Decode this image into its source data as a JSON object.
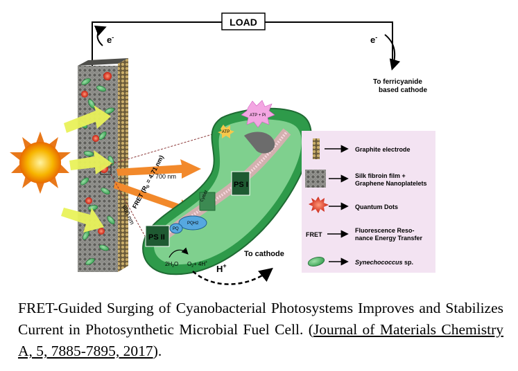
{
  "diagram": {
    "load_label": "LOAD",
    "electron_left": "e",
    "electron_right": "e",
    "electron_sup": "-",
    "ferricyanide_line1": "To ferricyanide",
    "ferricyanide_line2": "based cathode",
    "atp_pi": "ATP + Pi",
    "atp": "ATP",
    "wavelength_700": "700 nm",
    "wavelength_680": "680 nm",
    "fret_label": "FRET (R",
    "fret_sub": "0",
    "fret_value": " = 4.71 nm)",
    "ps1": "PS I",
    "ps2": "PS II",
    "cytb6f": "Cytb6f",
    "pq": "PQ",
    "pqh2": "PQH2",
    "water": "2H",
    "water_sub": "2",
    "water_o": "O",
    "oxygen": "O",
    "oxygen_sub": "2",
    "oxygen_rest": "+ 4H",
    "oxygen_sup": "+",
    "hplus": "H",
    "hplus_sup": "+",
    "to_cathode": "To cathode"
  },
  "legend": {
    "items": [
      {
        "label_line1": "Graphite electrode",
        "label_line2": "",
        "italic": false
      },
      {
        "label_line1": "Silk fibroin film +",
        "label_line2": "Graphene Nanoplatelets",
        "italic": false
      },
      {
        "label_line1": "Quantum Dots",
        "label_line2": "",
        "italic": false
      },
      {
        "label_line1": "Fluorescence Reso-",
        "label_line2": "nance Energy Transfer",
        "italic": false,
        "key_text": "FRET"
      },
      {
        "label_line1": "Synechococcus",
        "label_line2": "",
        "italic": true,
        "suffix": " sp."
      }
    ],
    "bg_color": "#f3e3f2"
  },
  "caption": {
    "text": "FRET-Guided Surging of Cyanobacterial Photosystems Improves and Stabilizes Current in Photosynthetic Microbial Fuel Cell. (",
    "link": "Journal of Materials Chemistry A, 5, 7885-7895, 2017",
    "end": ")."
  },
  "colors": {
    "cell_dark": "#2e9a4a",
    "cell_light": "#7fd08e",
    "sun": "#f5a300",
    "arrow_yellow": "#e9f25a",
    "arrow_orange": "#f2892b"
  }
}
